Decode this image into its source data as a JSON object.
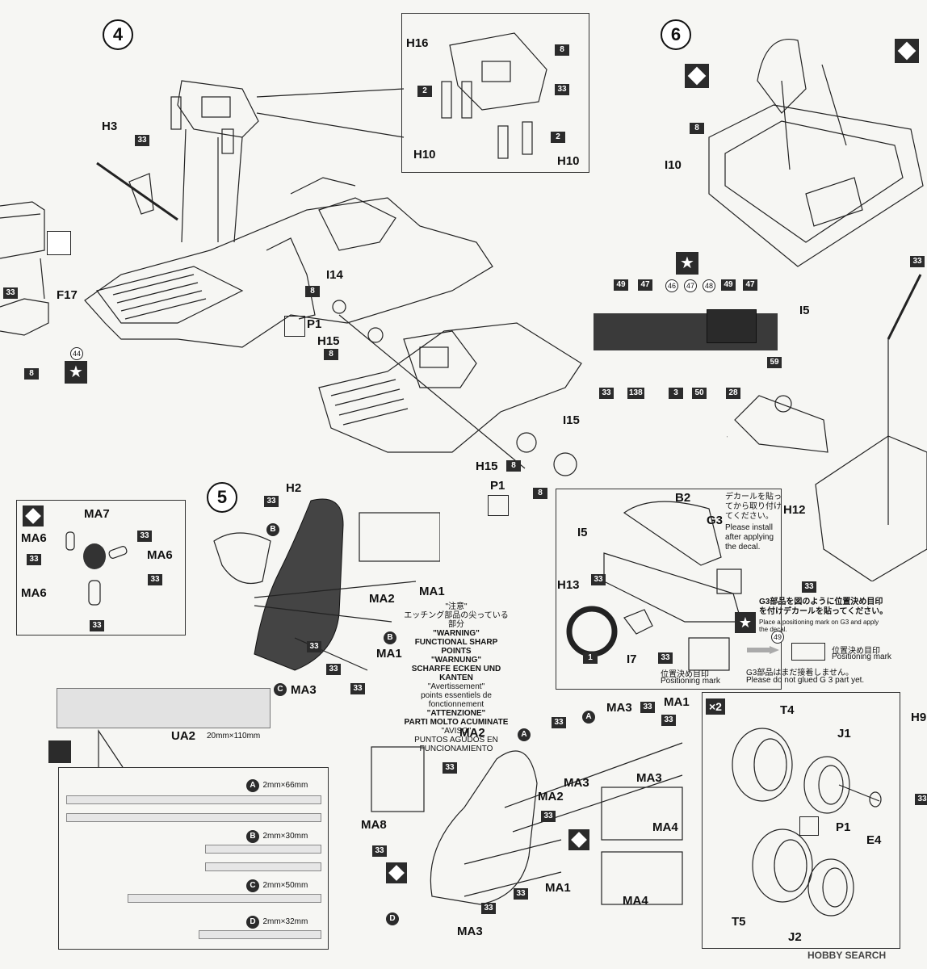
{
  "steps": {
    "s4": "4",
    "s5": "5",
    "s6": "6"
  },
  "step4": {
    "parts": {
      "h16": "H16",
      "h3": "H3",
      "h10a": "H10",
      "h10b": "H10",
      "f17": "F17",
      "i14": "I14",
      "p1": "P1",
      "h15a": "H15",
      "i15": "I15",
      "h15b": "H15",
      "p1b": "P1"
    },
    "badges": {
      "b8a": "8",
      "b2a": "2",
      "b33a": "33",
      "b2b": "2",
      "b33b": "33",
      "b33c": "33",
      "b8b": "8",
      "b33d": "33",
      "b44": "44",
      "b8c": "8",
      "b8d": "8",
      "b8e": "8",
      "b8f": "8"
    }
  },
  "step6": {
    "parts": {
      "i10": "I10",
      "i5": "I5",
      "b2": "B2",
      "g3": "G3",
      "i5b": "I5",
      "h13": "H13",
      "i7": "I7",
      "h12": "H12"
    },
    "badges": {
      "b8": "8",
      "b33r": "33",
      "b49": "49",
      "b47": "47",
      "b46": "46",
      "b47b": "47",
      "b48": "48",
      "b49b": "49",
      "b47c": "47",
      "b33p": "33",
      "b138": "138",
      "b3": "3",
      "b50": "50",
      "b28": "28",
      "b59": "59",
      "b33q": "33",
      "b33s": "33",
      "b1": "1",
      "b33t": "33",
      "b49c": "49"
    },
    "decal_note_jp": "デカールを貼ってから取り付けてください。",
    "decal_note_en": "Please install after applying the decal.",
    "g3_note_jp": "G3部品を図のように位置決め目印を付けデカールを貼ってください。",
    "g3_note_en": "Place a positioning mark on G3 and apply the decal.",
    "pos_mark_jp": "位置決め目印",
    "pos_mark_en": "Positioning mark",
    "pos_mark_jp2": "位置決め目印",
    "pos_mark_en2": "Positioning mark",
    "noglue_jp": "G3部品はまだ接着しません。",
    "noglue_en": "Please do not glued G 3 part yet."
  },
  "step5": {
    "parts": {
      "h2": "H2",
      "ma7": "MA7",
      "ma6a": "MA6",
      "ma6b": "MA6",
      "ma6c": "MA6",
      "ma1a": "MA1",
      "ma2a": "MA2",
      "ma1b": "MA1",
      "ma3a": "MA3",
      "ma3b": "MA3",
      "ma1c": "MA1",
      "ma2b": "MA2",
      "ma3c": "MA3",
      "ma3d": "MA3",
      "ma2c": "MA2",
      "ma8": "MA8",
      "ma4a": "MA4",
      "ma4b": "MA4",
      "ma1d": "MA1",
      "ma3e": "MA3"
    },
    "badges": {
      "b33a": "33",
      "b33b": "33",
      "b33c": "33",
      "b33d": "33",
      "b33e": "33",
      "b33f": "33",
      "b33g": "33",
      "b33h": "33",
      "b33i": "33",
      "b33j": "33",
      "b33k": "33",
      "b33l": "33",
      "b33m": "33",
      "b33n": "33",
      "b33o": "33",
      "b33p": "33"
    },
    "letters": {
      "la": "B",
      "lb": "B",
      "lc": "C",
      "ld": "A",
      "le": "A",
      "lf": "D"
    }
  },
  "warning": {
    "jp1": "\"注意\"",
    "jp2": "エッチング部品の尖っている部分",
    "en1": "\"WARNING\"",
    "en2": "FUNCTIONAL SHARP POINTS",
    "de1": "\"WARNUNG\"",
    "de2": "SCHARFE ECKEN UND KANTEN",
    "fr1": "\"Avertissement\"",
    "fr2": "points essentiels de fonctionnement",
    "it1": "\"ATTENZIONE\"",
    "it2": "PARTI MOLTO ACUMINATE",
    "es1": "\"AVISO\"",
    "es2": "PUNTOS AGUDOS EN FUNCIONAMIENTO"
  },
  "ua2": {
    "label": "UA2",
    "size": "20mm×110mm"
  },
  "strips": [
    {
      "letter": "A",
      "size": "2mm×66mm"
    },
    {
      "letter": "B",
      "size": "2mm×30mm"
    },
    {
      "letter": "C",
      "size": "2mm×50mm"
    },
    {
      "letter": "D",
      "size": "2mm×32mm"
    }
  ],
  "wheels": {
    "x2": "×2",
    "t4": "T4",
    "j1": "J1",
    "p1": "P1",
    "e4": "E4",
    "t5": "T5",
    "j2": "J2"
  },
  "right_edge": {
    "h9": "H9",
    "b33": "33"
  },
  "watermark": "HOBBY SEARCH"
}
